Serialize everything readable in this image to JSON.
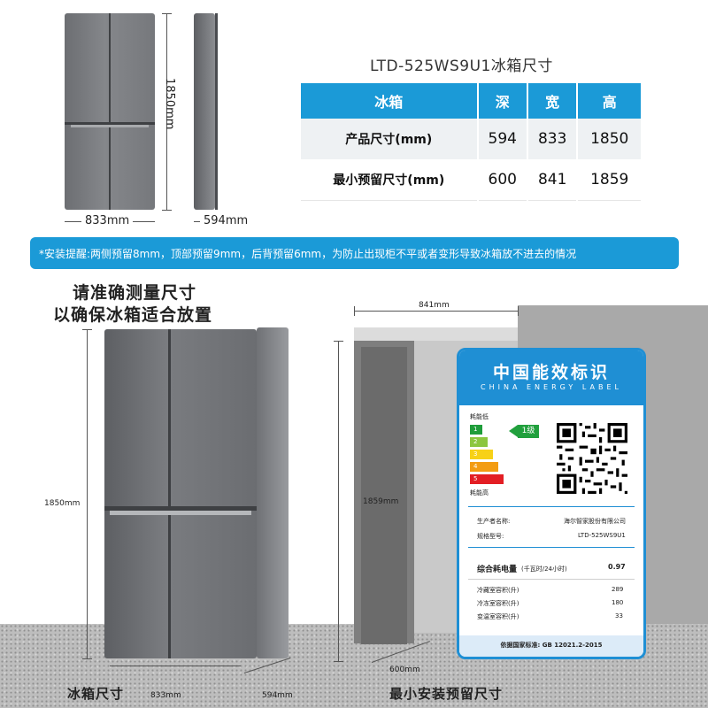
{
  "top_dims": {
    "height": "1850mm",
    "width": "833mm",
    "depth": "594mm"
  },
  "spec": {
    "title": "LTD-525WS9U1冰箱尺寸",
    "headers": [
      "冰箱",
      "深",
      "宽",
      "高"
    ],
    "rows": [
      {
        "label": "产品尺寸(mm)",
        "depth": "594",
        "width": "833",
        "height": "1850"
      },
      {
        "label": "最小预留尺寸(mm)",
        "depth": "600",
        "width": "841",
        "height": "1859"
      }
    ],
    "header_color": "#1b9ad7"
  },
  "notice": {
    "text": "*安装提醒:两侧预留8mm，顶部预留9mm，后背预留6mm，为防止出现柜不平或者变形导致冰箱放不进去的情况"
  },
  "headline": {
    "line1": "请准确测量尺寸",
    "line2": "以确保冰箱适合放置"
  },
  "lower_dims": {
    "fridge_height": "1850mm",
    "fridge_width": "833mm",
    "fridge_depth": "594mm",
    "niche_width": "841mm",
    "niche_height": "1859mm",
    "niche_depth": "600mm"
  },
  "captions": {
    "fridge": "冰箱尺寸",
    "niche": "最小安装预留尺寸"
  },
  "energy_label": {
    "title": "中国能效标识",
    "subtitle": "CHINA ENERGY LABEL",
    "low_text": "耗能低",
    "high_text": "耗能高",
    "grades": [
      "1",
      "2",
      "3",
      "4",
      "5"
    ],
    "grade_colors": [
      "#1f9d3a",
      "#8cc63f",
      "#f7d117",
      "#f39c12",
      "#e31e24"
    ],
    "grade_badge": "1级",
    "manufacturer_label": "生产者名称:",
    "manufacturer_value": "海尔智家股份有限公司",
    "model_label": "规格型号:",
    "model_value": "LTD-525WS9U1",
    "consumption_label": "综合耗电量",
    "consumption_unit": "(千瓦时/24小时)",
    "consumption_value": "0.97",
    "fridge_vol_label": "冷藏室容积(升)",
    "fridge_vol_value": "289",
    "freezer_vol_label": "冷冻室容积(升)",
    "freezer_vol_value": "180",
    "variable_vol_label": "变温室容积(升)",
    "variable_vol_value": "33",
    "standard": "依据国家标准: GB 12021.2-2015",
    "brand_color": "#1f8fd4"
  }
}
